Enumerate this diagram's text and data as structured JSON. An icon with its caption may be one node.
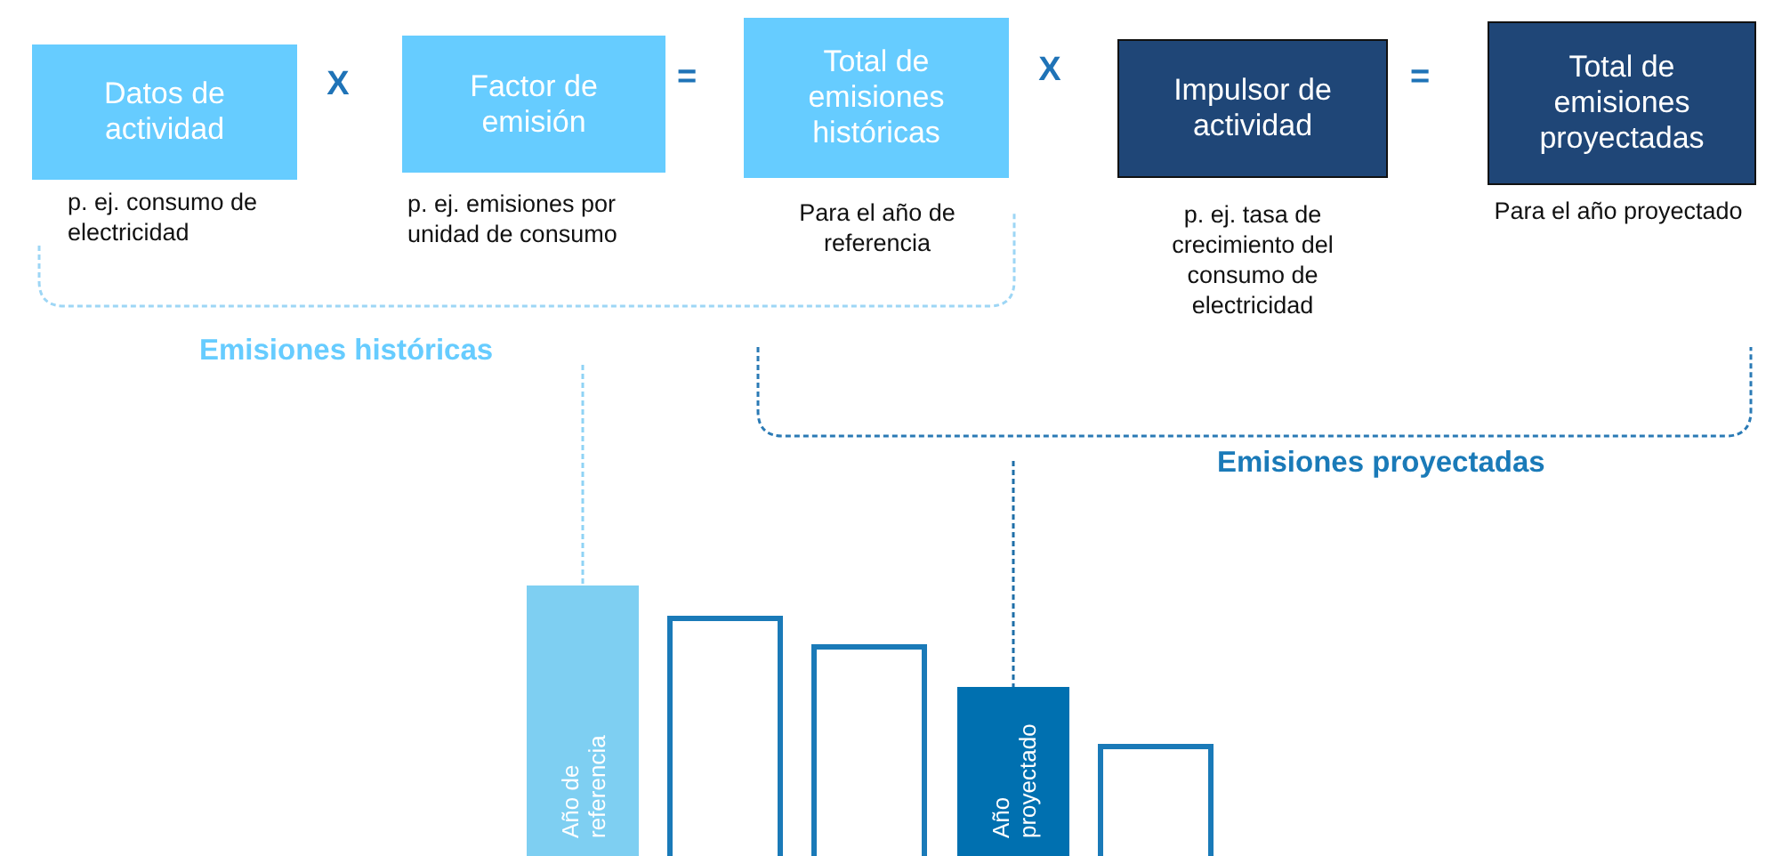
{
  "diagram": {
    "nodes": [
      {
        "text": [
          "Datos de actividad"
        ],
        "beside": [
          "p. ej. consumo de electricidad"
        ]
      },
      {
        "text": [
          "Factor de emisión"
        ],
        "beside": [
          "p. ej. emisiones por unidad de consumo"
        ]
      },
      {
        "text": [
          "Total de emisiones históricas"
        ],
        "beside": [
          "Para el año de referencia"
        ]
      },
      {
        "text": [
          "Impulsor de actividad"
        ],
        "beside": [
          "p. ej. tasa de crecimiento del consumo de electricidad"
        ]
      },
      {
        "text": [
          "Total de emisiones proyectadas"
        ],
        "beside": [
          "Para el año proyectado"
        ]
      },
      {
        "text": [
          "Emisiones históricas"
        ]
      },
      {
        "text": [
          "Emisiones proyectadas"
        ]
      },
      {
        "text": [
          "Año de referencia"
        ]
      },
      {
        "text": [],
        "shape": "bar"
      },
      {
        "text": [],
        "shape": "bar"
      },
      {
        "text": [
          "Año proyectado"
        ]
      },
      {
        "text": [],
        "shape": "bar"
      }
    ],
    "edges": [
      {
        "from": 5,
        "to": 7,
        "arrow": "none",
        "style": "dashed",
        "color": "#8fd3f5"
      },
      {
        "from": 6,
        "to": 10,
        "arrow": "none",
        "style": "dashed",
        "color": "#1f6fa8"
      }
    ],
    "labels": [
      "X",
      "=",
      "X",
      "="
    ]
  }
}
